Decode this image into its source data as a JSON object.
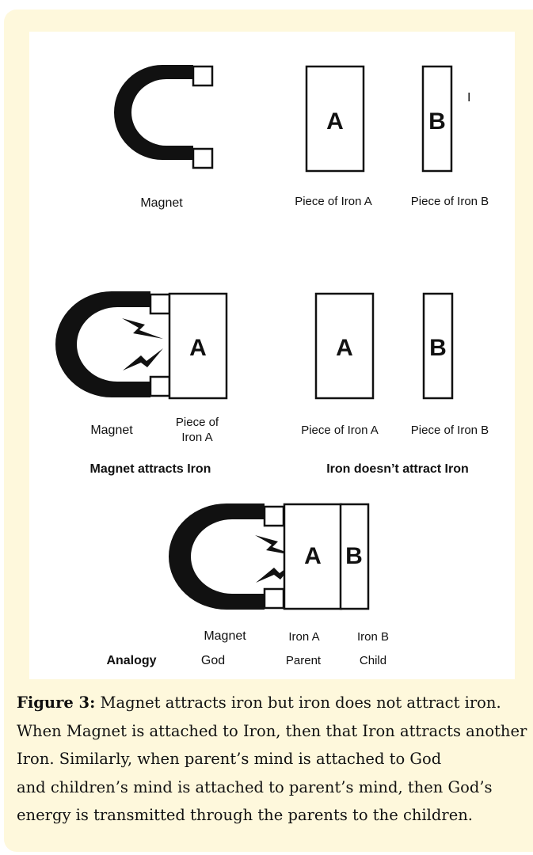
{
  "panel_1": {
    "magnet_label": "Magnet",
    "iron_a_label": "Piece of Iron A",
    "iron_b_label": "Piece of Iron B",
    "block_a_letter": "A",
    "block_b_letter": "B",
    "stray_mark": "I"
  },
  "panel_2": {
    "magnet_label": "Magnet",
    "iron_label_line1": "Piece of",
    "iron_label_line2": "Iron A",
    "block_a_letter": "A",
    "heading": "Magnet attracts Iron"
  },
  "panel_3": {
    "iron_a_label": "Piece of Iron A",
    "iron_b_label": "Piece of Iron B",
    "block_a_letter": "A",
    "block_b_letter": "B",
    "heading": "Iron doesn’t attract Iron"
  },
  "panel_4": {
    "block_a_letter": "A",
    "block_b_letter": "B",
    "row1": [
      "Magnet",
      "Iron A",
      "Iron B"
    ],
    "analogy_label": "Analogy",
    "row2": [
      "God",
      "Parent",
      "Child"
    ]
  },
  "caption": {
    "label": "Figure 3:",
    "line1": " Magnet attracts iron but iron does not attract iron.",
    "line2": "When Magnet is attached to Iron, then that Iron attracts another",
    "line3": "Iron. Similarly, when parent’s mind is attached to God",
    "line4": "and children’s mind is attached to parent’s mind, then God’s",
    "line5": "energy is transmitted through the parents to the children."
  }
}
